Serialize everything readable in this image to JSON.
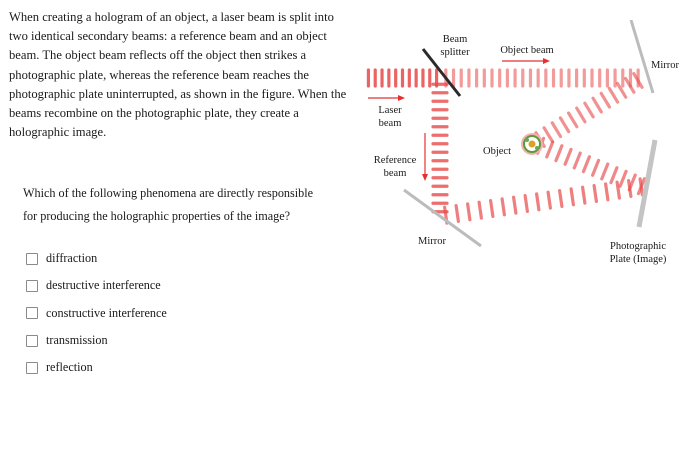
{
  "passage": {
    "text": "When creating a hologram of an object, a laser beam is split into two identical secondary beams: a reference beam and an object beam. The object beam reflects off the object then strikes a photographic plate, whereas the reference beam reaches the photographic plate uninterrupted, as shown in the figure. When the beams recombine on the photographic plate, they create a holographic image."
  },
  "question": {
    "text": "Which of the following phenomena are directly responsible for producing the holographic properties of the image?"
  },
  "options": [
    {
      "label": "diffraction",
      "checked": false
    },
    {
      "label": "destructive interference",
      "checked": false
    },
    {
      "label": "constructive interference",
      "checked": false
    },
    {
      "label": "transmission",
      "checked": false
    },
    {
      "label": "reflection",
      "checked": false
    }
  ],
  "figure": {
    "beam_splitter_line1": "Beam",
    "beam_splitter_line2": "splitter",
    "object_beam": "Object beam",
    "mirror_top": "Mirror",
    "laser_line1": "Laser",
    "laser_line2": "beam",
    "reference_line1": "Reference",
    "reference_line2": "beam",
    "object": "Object",
    "mirror_bottom": "Mirror",
    "plate_line1": "Photographic",
    "plate_line2": "Plate (Image)",
    "colors": {
      "beam": "#e84a4a",
      "arrow": "#e53030",
      "mirror": "#bcbcbc",
      "splitter": "#2b2b2b"
    }
  }
}
